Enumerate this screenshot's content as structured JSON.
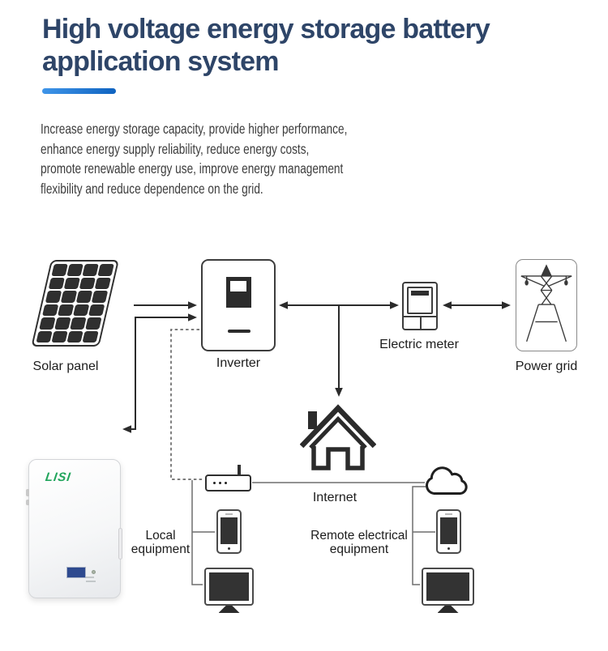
{
  "header": {
    "title_line1": "High voltage energy storage battery",
    "title_line2": "application system"
  },
  "intro": {
    "lines": [
      "Increase energy storage capacity, provide higher performance,",
      "enhance energy supply reliability, reduce energy costs,",
      "promote renewable energy use, improve energy management",
      "flexibility and reduce dependence on the grid."
    ]
  },
  "diagram": {
    "solar_panel_label": "Solar panel",
    "inverter_label": "Inverter",
    "electric_meter_label": "Electric meter",
    "power_grid_label": "Power grid",
    "internet_label": "Internet",
    "local_equipment_line1": "Local",
    "local_equipment_line2": "equipment",
    "remote_equipment_line1": "Remote electrical",
    "remote_equipment_line2": "equipment",
    "battery_logo": "LISI"
  },
  "colors": {
    "title_text": "#2e4568",
    "accent_start": "#3f95e9",
    "accent_end": "#0f63c0",
    "body_text": "#3c3c3c",
    "diagram_line": "#2b2b2b",
    "logo_green": "#21a55c",
    "battery_screen_blue": "#2e4a8f"
  }
}
